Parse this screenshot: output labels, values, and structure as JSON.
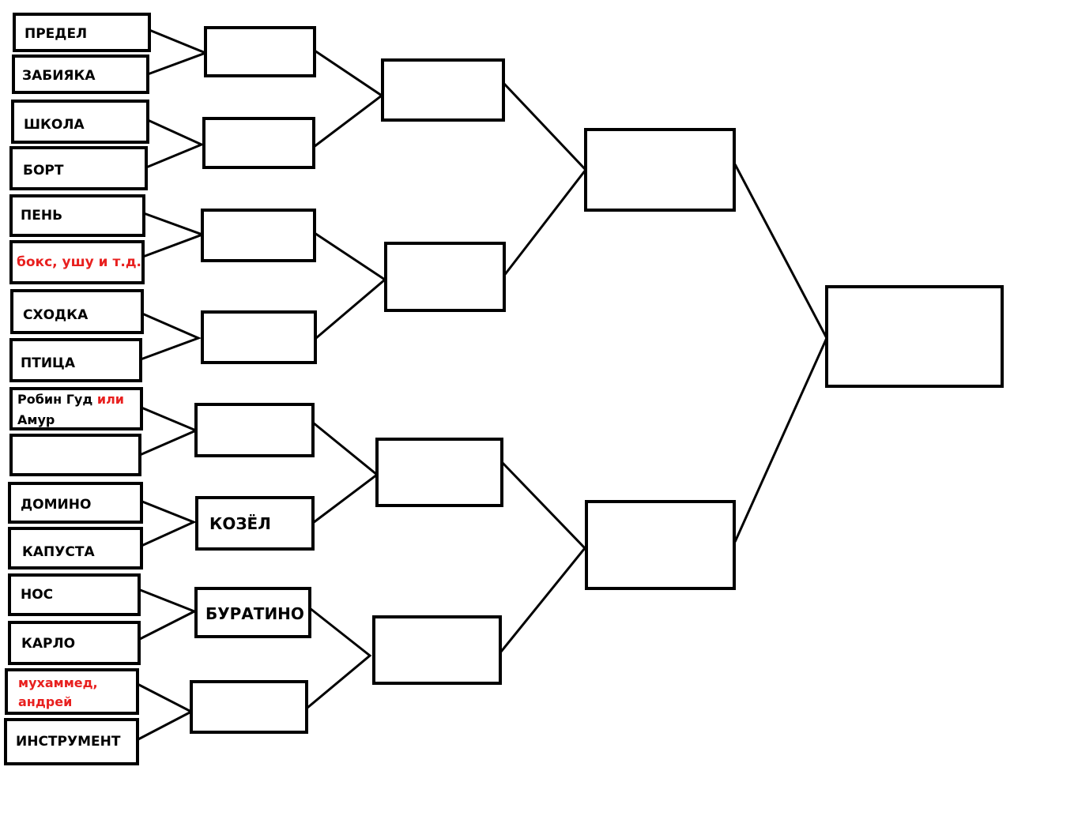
{
  "round1": {
    "m1a": "ПРЕДЕЛ",
    "m1b": "ЗАБИЯКА",
    "m2a": "ШКОЛА",
    "m2b": "БОРТ",
    "m3a": "ПЕНЬ",
    "m3b": "бокс, ушу и т.д.",
    "m4a": "СХОДКА",
    "m4b": "ПТИЦА",
    "m5a_part1": "Робин Гуд",
    "m5a_part2": "или",
    "m5a_part3": "Амур",
    "m5b": "",
    "m6a": "ДОМИНО",
    "m6b": "КАПУСТА",
    "m7a": "НОС",
    "m7b": "КАРЛО",
    "m8a_line1": "мухаммед,",
    "m8a_line2": "андрей",
    "m8b": "ИНСТРУМЕНТ"
  },
  "round2": {
    "w1": "",
    "w2": "",
    "w3": "",
    "w4": "",
    "w5": "",
    "w6": "КОЗЁЛ",
    "w7": "БУРАТИНО",
    "w8": ""
  },
  "round3": {
    "w1": "",
    "w2": "",
    "w3": "",
    "w4": ""
  },
  "semifinal": {
    "w1": "",
    "w2": ""
  },
  "final": {
    "winner": ""
  },
  "colors": {
    "stroke": "#000000",
    "highlight_red": "#e8201f"
  }
}
